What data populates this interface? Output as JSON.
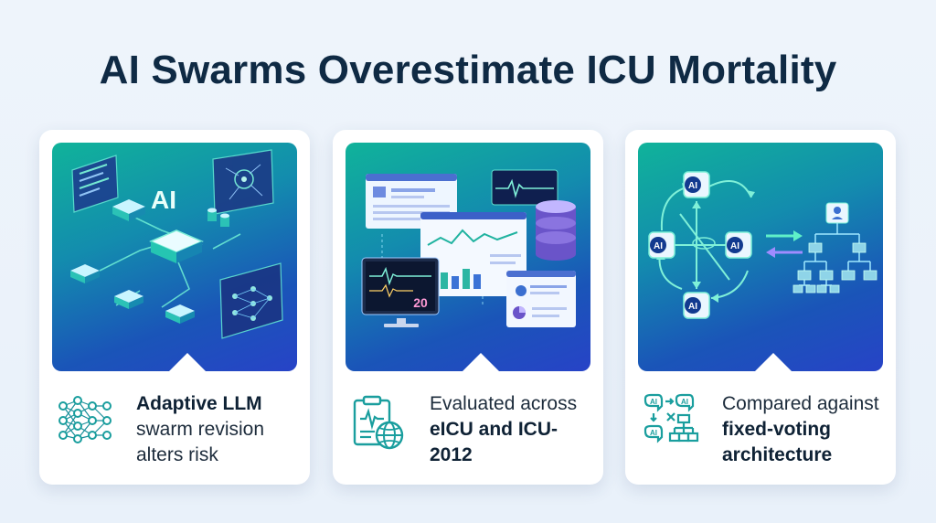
{
  "title": "AI Swarms Overestimate ICU Mortality",
  "colors": {
    "title": "#0f2a44",
    "panel_gradient": [
      "#10b39a",
      "#138cae",
      "#1a55b8",
      "#2743c7"
    ],
    "icon_teal": "#1a9e9e"
  },
  "cards": [
    {
      "illustration": "isometric-ai-chip-network",
      "chip_label": "AI",
      "icon": "neural-network-icon",
      "caption_bold": "Adaptive LLM",
      "caption_rest": "swarm revision alters risk"
    },
    {
      "illustration": "icu-monitors-and-databases",
      "monitor_value": "20",
      "icon": "clipboard-globe-icon",
      "caption_rest": "Evaluated across",
      "caption_bold": "eICU and ICU-2012"
    },
    {
      "illustration": "agent-swarm-vs-hierarchy",
      "agent_labels": [
        "AI",
        "AI",
        "AI",
        "AI"
      ],
      "icon": "agents-comparison-icon",
      "icon_labels": [
        "AI",
        "AI",
        "AI"
      ],
      "caption_rest": "Compared against",
      "caption_bold": "fixed-voting architecture"
    }
  ]
}
